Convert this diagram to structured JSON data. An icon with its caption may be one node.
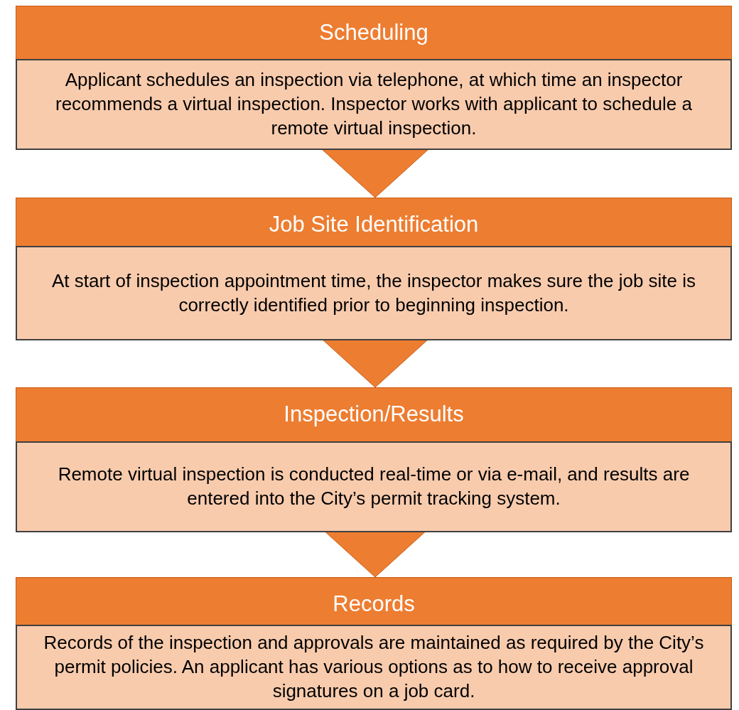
{
  "diagram": {
    "nodes": [
      {
        "text": [
          "Scheduling",
          "Applicant schedules an inspection via telephone, at which time an inspector recommends a virtual inspection. Inspector works with applicant to schedule a remote virtual inspection."
        ]
      },
      {
        "text": [
          "Job Site Identification",
          "At start of inspection appointment time, the inspector makes sure the job site is correctly identified prior to beginning inspection."
        ]
      },
      {
        "text": [
          "Inspection/Results",
          "Remote virtual inspection is conducted real-time or via e-mail, and results are entered into the City’s permit tracking system."
        ]
      },
      {
        "text": [
          "Records",
          "Records of the inspection and approvals are maintained as required by the City’s permit policies. An applicant has various options as to how to receive approval signatures on a job card."
        ]
      }
    ],
    "edges": [
      {
        "from": 0,
        "to": 1,
        "arrow": "to"
      },
      {
        "from": 1,
        "to": 2,
        "arrow": "to"
      },
      {
        "from": 2,
        "to": 3,
        "arrow": "to"
      }
    ]
  }
}
